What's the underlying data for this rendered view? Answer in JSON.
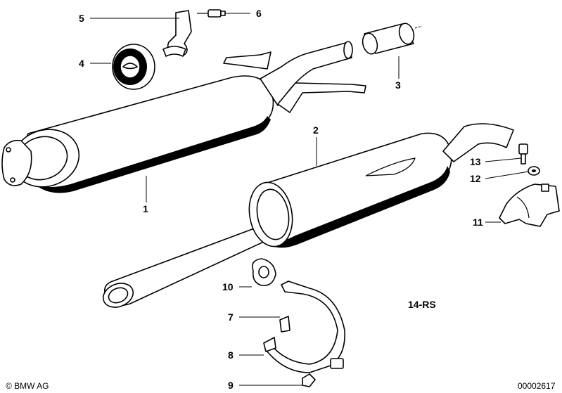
{
  "callouts": [
    {
      "id": "1",
      "label": "1"
    },
    {
      "id": "2",
      "label": "2"
    },
    {
      "id": "3",
      "label": "3"
    },
    {
      "id": "4",
      "label": "4"
    },
    {
      "id": "5",
      "label": "5"
    },
    {
      "id": "6",
      "label": "6"
    },
    {
      "id": "7",
      "label": "7"
    },
    {
      "id": "8",
      "label": "8"
    },
    {
      "id": "9",
      "label": "9"
    },
    {
      "id": "10",
      "label": "10"
    },
    {
      "id": "11",
      "label": "11"
    },
    {
      "id": "12",
      "label": "12"
    },
    {
      "id": "13",
      "label": "13"
    }
  ],
  "diagram_code": "14-RS",
  "copyright": "© BMW AG",
  "image_number": "00002617",
  "colors": {
    "line": "#000000",
    "background": "#ffffff"
  }
}
